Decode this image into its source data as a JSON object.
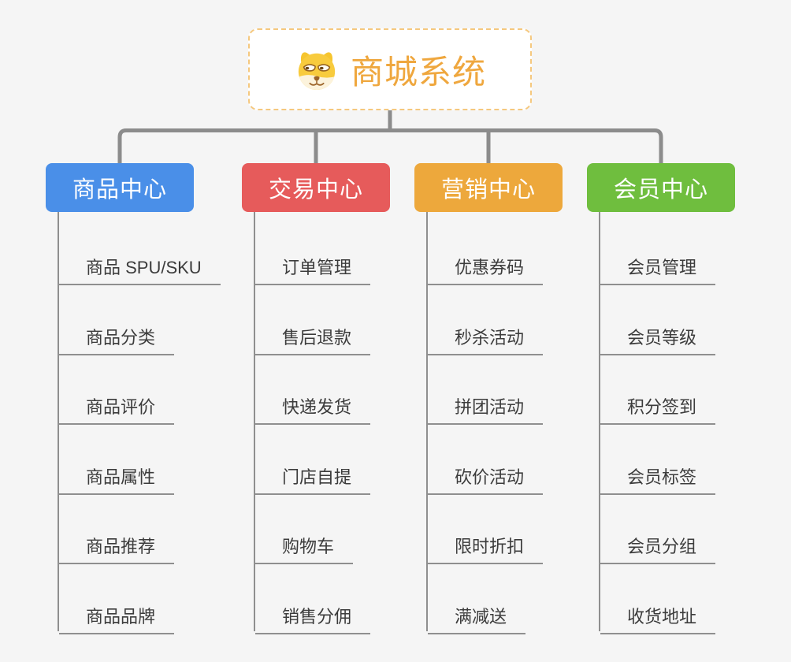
{
  "canvas": {
    "background": "#f5f5f5",
    "connector_color": "#8c8c8c",
    "line_color": "#8f8f8f"
  },
  "root": {
    "label": "商城系统",
    "icon": "doge-face-icon",
    "text_color": "#efa73e",
    "border_color": "#f5c87e",
    "background": "#ffffff"
  },
  "branches": [
    {
      "label": "商品中心",
      "color": "#4a8fe8",
      "children": [
        "商品 SPU/SKU",
        "商品分类",
        "商品评价",
        "商品属性",
        "商品推荐",
        "商品品牌"
      ]
    },
    {
      "label": "交易中心",
      "color": "#e65b5b",
      "children": [
        "订单管理",
        "售后退款",
        "快递发货",
        "门店自提",
        "购物车",
        "销售分佣"
      ]
    },
    {
      "label": "营销中心",
      "color": "#eda83c",
      "children": [
        "优惠券码",
        "秒杀活动",
        "拼团活动",
        "砍价活动",
        "限时折扣",
        "满减送"
      ]
    },
    {
      "label": "会员中心",
      "color": "#6fbe3e",
      "children": [
        "会员管理",
        "会员等级",
        "积分签到",
        "会员标签",
        "会员分组",
        "收货地址"
      ]
    }
  ]
}
